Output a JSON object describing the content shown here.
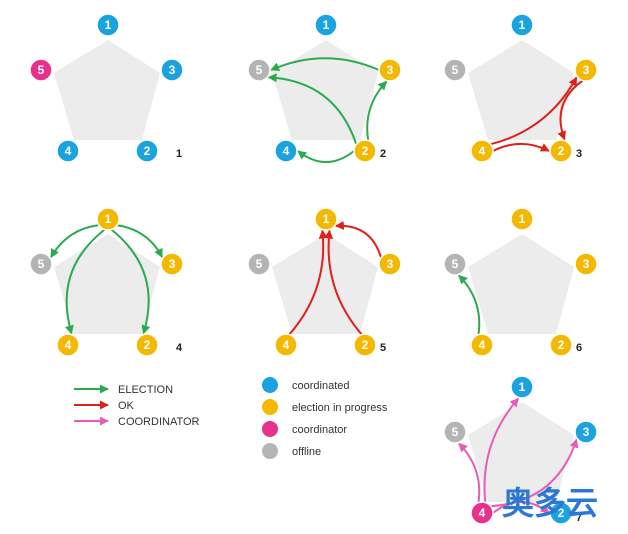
{
  "colors": {
    "coordinated": "#1aa3e0",
    "election": "#f5b800",
    "coordinator": "#e8318c",
    "offline": "#b4b4b4",
    "arrow_election": "#2aab4e",
    "arrow_ok": "#e0201a",
    "arrow_coordinator": "#ea5bb5",
    "pentagon": "#ececec"
  },
  "legend_arrows": [
    {
      "label": "ELECTION",
      "type": "election"
    },
    {
      "label": "OK",
      "type": "ok"
    },
    {
      "label": "COORDINATOR",
      "type": "coordinator"
    }
  ],
  "legend_states": [
    {
      "label": "coordinated",
      "state": "coordinated"
    },
    {
      "label": "election in progress",
      "state": "election"
    },
    {
      "label": "coordinator",
      "state": "coordinator"
    },
    {
      "label": "offline",
      "state": "offline"
    }
  ],
  "panels": [
    {
      "label": "1",
      "nodes": {
        "1": "coordinated",
        "2": "coordinated",
        "3": "coordinated",
        "4": "coordinated",
        "5": "coordinator"
      },
      "arrows": []
    },
    {
      "label": "2",
      "nodes": {
        "1": "coordinated",
        "2": "election",
        "3": "election",
        "4": "coordinated",
        "5": "offline"
      },
      "arrows": [
        {
          "from": "3",
          "to": "5",
          "type": "election"
        },
        {
          "from": "2",
          "to": "3",
          "type": "election"
        },
        {
          "from": "2",
          "to": "5",
          "type": "election"
        },
        {
          "from": "2",
          "to": "4",
          "type": "election"
        }
      ]
    },
    {
      "label": "3",
      "nodes": {
        "1": "coordinated",
        "2": "election",
        "3": "election",
        "4": "election",
        "5": "offline"
      },
      "arrows": [
        {
          "from": "4",
          "to": "3",
          "type": "ok"
        },
        {
          "from": "4",
          "to": "2",
          "type": "ok"
        },
        {
          "from": "3",
          "to": "2",
          "type": "ok"
        }
      ]
    },
    {
      "label": "4",
      "nodes": {
        "1": "election",
        "2": "election",
        "3": "election",
        "4": "election",
        "5": "offline"
      },
      "arrows": [
        {
          "from": "1",
          "to": "5",
          "type": "election"
        },
        {
          "from": "1",
          "to": "3",
          "type": "election"
        },
        {
          "from": "1",
          "to": "4",
          "type": "election"
        },
        {
          "from": "1",
          "to": "2",
          "type": "election"
        }
      ]
    },
    {
      "label": "5",
      "nodes": {
        "1": "election",
        "2": "election",
        "3": "election",
        "4": "election",
        "5": "offline"
      },
      "arrows": [
        {
          "from": "4",
          "to": "1",
          "type": "ok"
        },
        {
          "from": "2",
          "to": "1",
          "type": "ok"
        },
        {
          "from": "3",
          "to": "1",
          "type": "ok"
        }
      ]
    },
    {
      "label": "6",
      "nodes": {
        "1": "election",
        "2": "election",
        "3": "election",
        "4": "election",
        "5": "offline"
      },
      "arrows": [
        {
          "from": "4",
          "to": "5",
          "type": "election"
        }
      ]
    },
    {
      "label": "7",
      "nodes": {
        "1": "coordinated",
        "2": "coordinated",
        "3": "coordinated",
        "4": "coordinator",
        "5": "offline"
      },
      "arrows": [
        {
          "from": "4",
          "to": "5",
          "type": "coordinator"
        },
        {
          "from": "4",
          "to": "1",
          "type": "coordinator"
        },
        {
          "from": "4",
          "to": "3",
          "type": "coordinator"
        },
        {
          "from": "4",
          "to": "2",
          "type": "coordinator"
        }
      ]
    }
  ],
  "watermark": "奥多云"
}
